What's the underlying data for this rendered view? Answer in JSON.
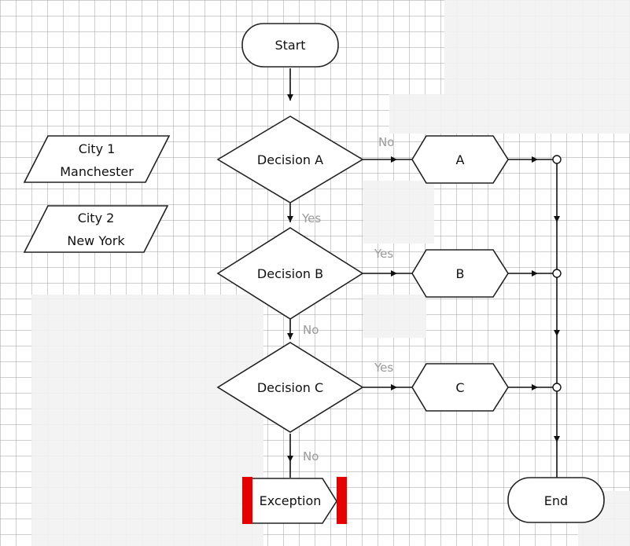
{
  "colors": {
    "grid": "#9e9e9e",
    "shape_stroke": "#222222",
    "edge_label": "#9a9a9a",
    "exception_bar": "#e60000"
  },
  "nodes": {
    "start": "Start",
    "end": "End",
    "decision_a": "Decision A",
    "decision_b": "Decision B",
    "decision_c": "Decision C",
    "process_a": "A",
    "process_b": "B",
    "process_c": "C",
    "exception": "Exception",
    "city1_line1": "City 1",
    "city1_line2": "Manchester",
    "city2_line1": "City 2",
    "city2_line2": "New York"
  },
  "edges": {
    "a_to_process": "No",
    "a_to_b": "Yes",
    "b_to_process": "Yes",
    "b_to_c": "No",
    "c_to_process": "Yes",
    "c_to_exception": "No"
  }
}
